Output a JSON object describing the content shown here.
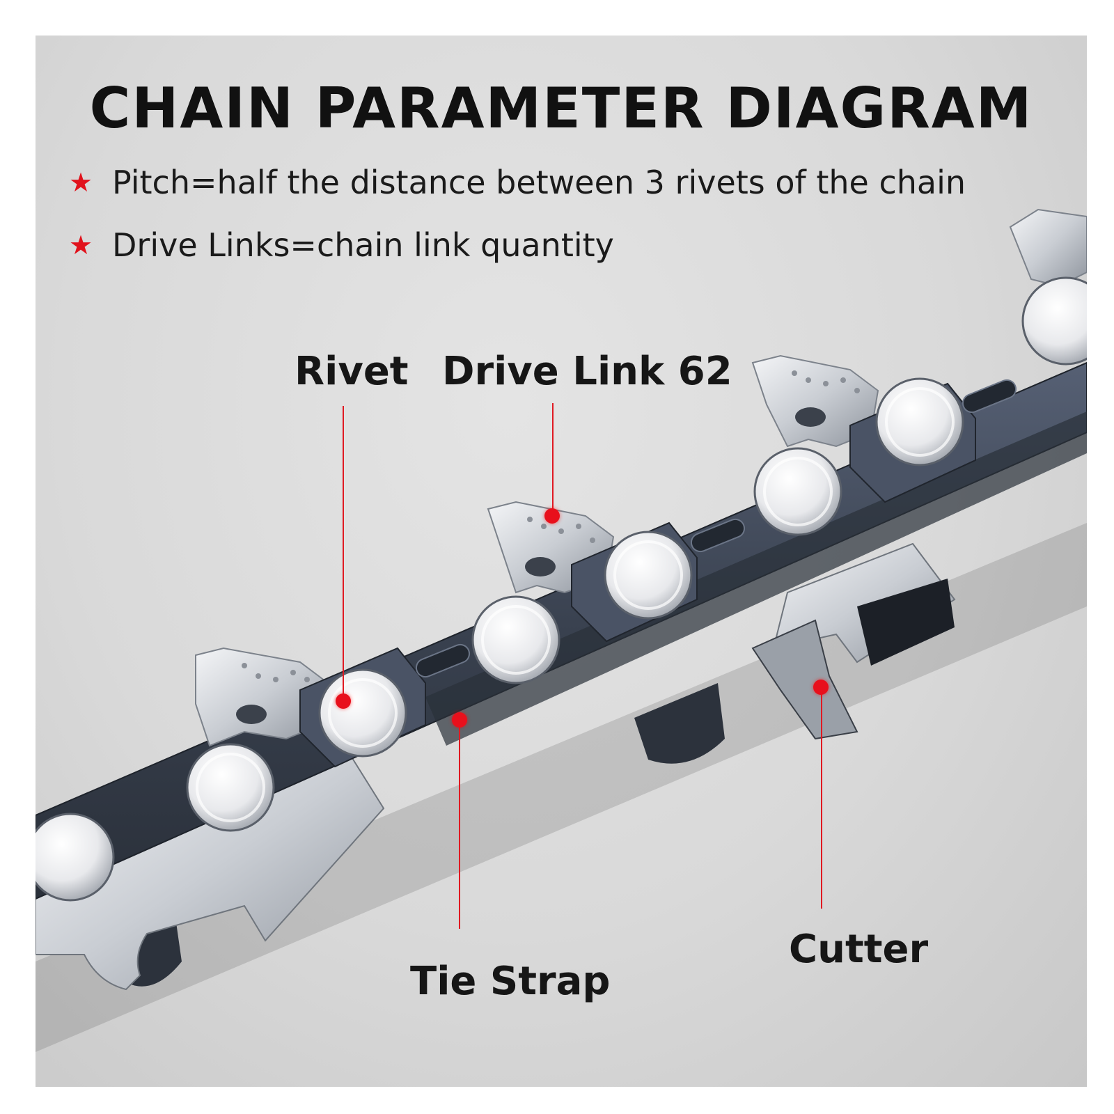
{
  "title": "CHAIN PARAMETER DIAGRAM",
  "bullets": [
    {
      "icon": "star-icon",
      "text": "Pitch=half the distance between 3 rivets of the chain"
    },
    {
      "icon": "star-icon",
      "text": "Drive Links=chain link quantity"
    }
  ],
  "callouts": {
    "rivet": "Rivet",
    "drive_link": "Drive Link 62",
    "tie_strap": "Tie Strap",
    "cutter": "Cutter"
  },
  "colors": {
    "accent": "#e1121c",
    "background": "#d9d9d9",
    "steel_dark": "#3a4354",
    "steel_light": "#e9ebee"
  }
}
